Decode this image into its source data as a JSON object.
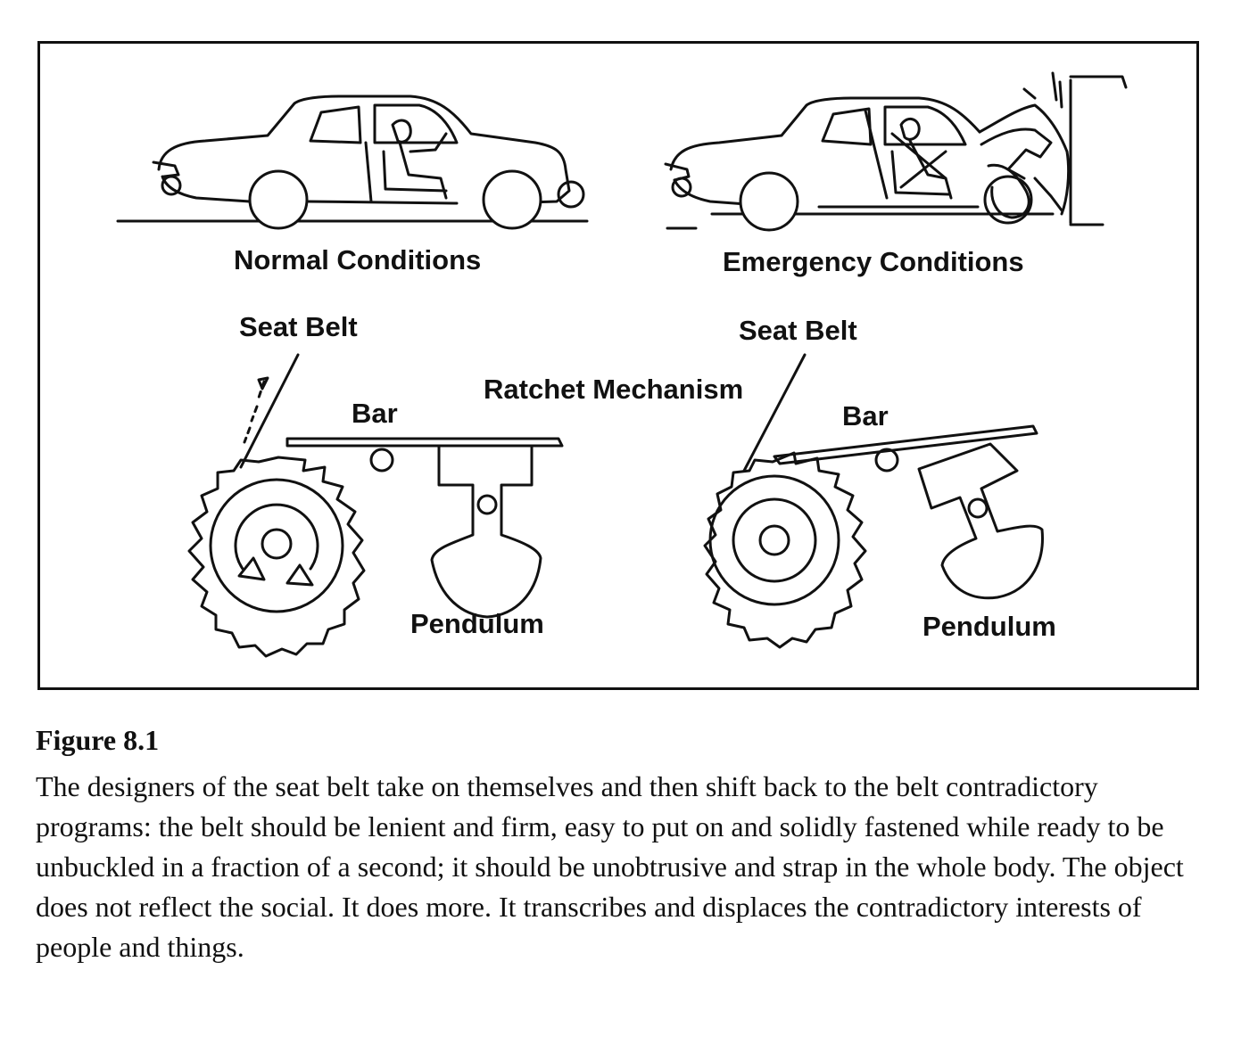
{
  "diagram": {
    "normal_label": "Normal Conditions",
    "emergency_label": "Emergency Conditions",
    "left": {
      "seat_belt": "Seat Belt",
      "bar": "Bar",
      "pendulum": "Pendulum"
    },
    "ratchet_label": "Ratchet Mechanism",
    "right": {
      "seat_belt": "Seat Belt",
      "bar": "Bar",
      "pendulum": "Pendulum"
    }
  },
  "caption": {
    "title": "Figure 8.1",
    "text": "The designers of the seat belt take on themselves and then shift back to the belt contradictory programs: the belt should be lenient and firm, easy to put on and solidly fastened while ready to be unbuckled in a fraction of a second; it should be unobtrusive and strap in the whole body. The object does not reflect the social. It does more. It transcribes and displaces the contradictory interests of people and things."
  }
}
